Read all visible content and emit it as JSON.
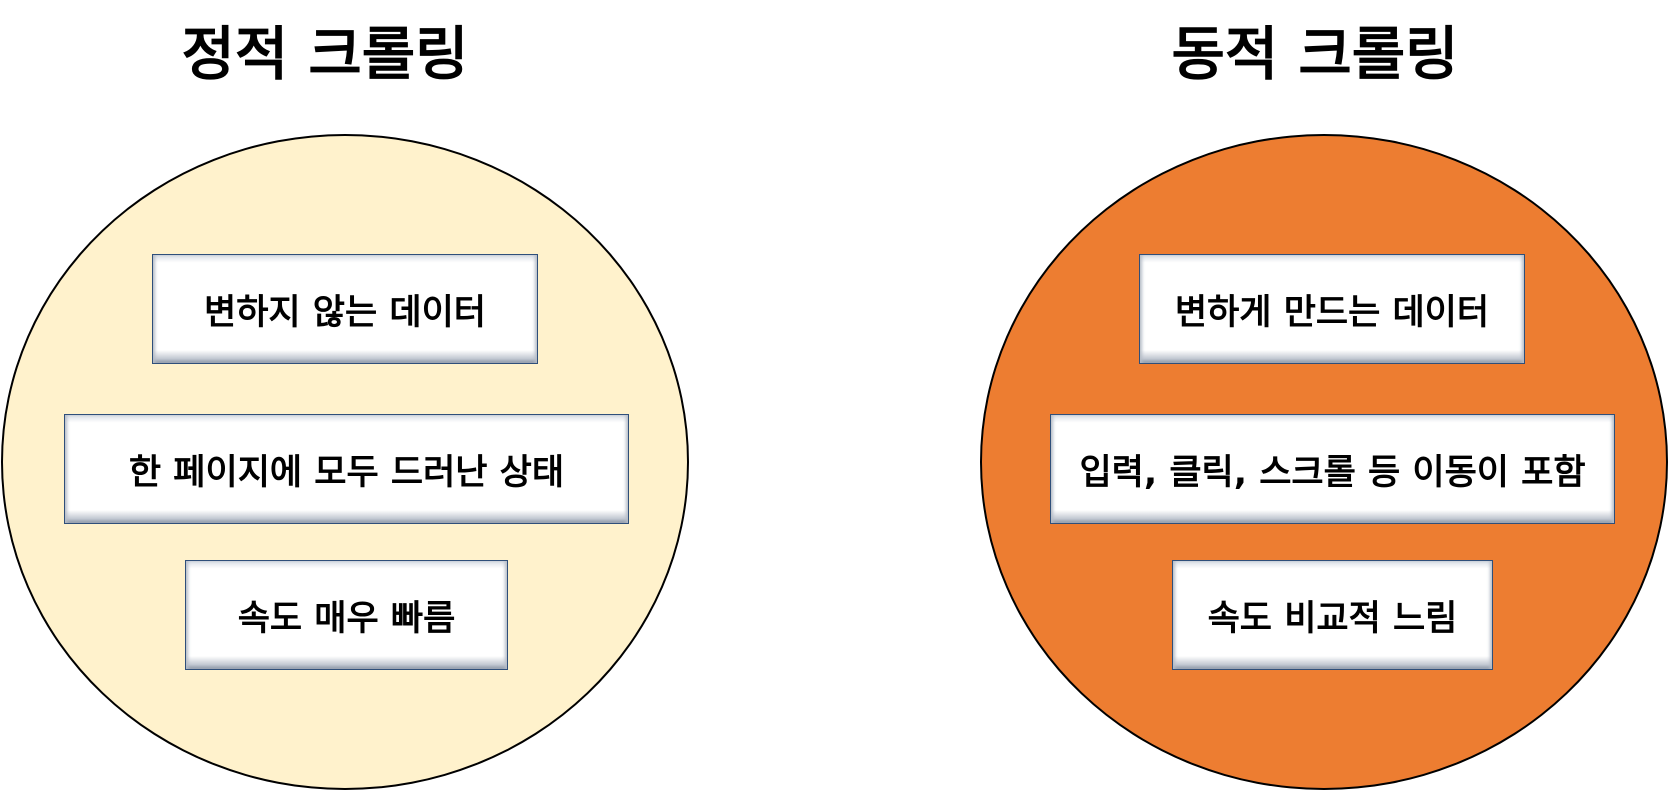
{
  "colors": {
    "static_fill": "#fff2cc",
    "dynamic_fill": "#ed7d31",
    "outline": "#000000",
    "box_border": "#2f4f7a"
  },
  "static_crawling": {
    "title": "정적 크롤링",
    "items": [
      "변하지 않는 데이터",
      "한 페이지에 모두 드러난 상태",
      "속도 매우 빠름"
    ]
  },
  "dynamic_crawling": {
    "title": "동적 크롤링",
    "items": [
      "변하게 만드는 데이터",
      "입력, 클릭, 스크롤 등 이동이 포함",
      "속도 비교적 느림"
    ]
  }
}
